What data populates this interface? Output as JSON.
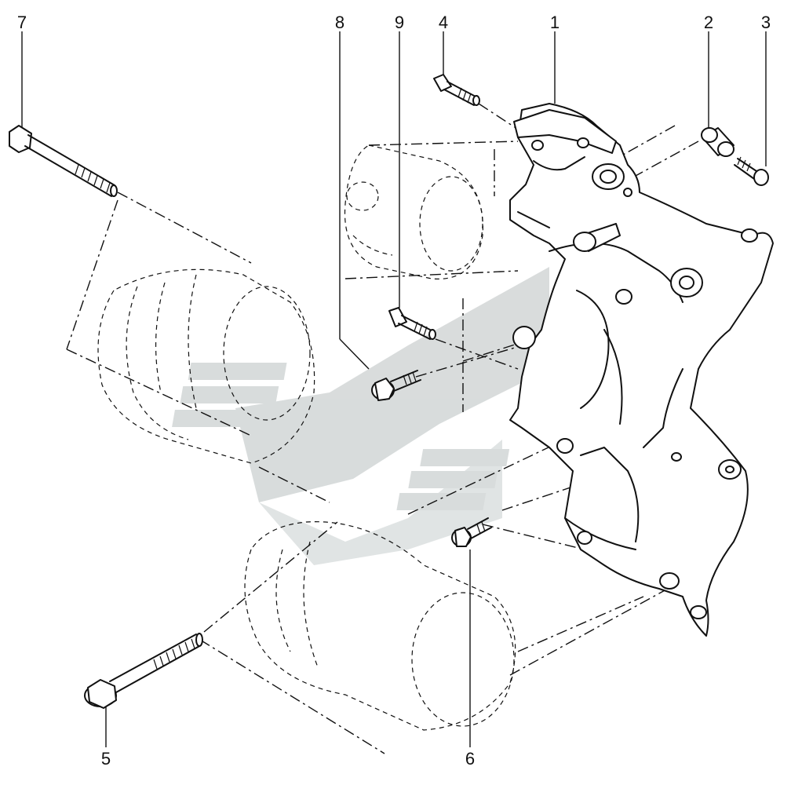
{
  "diagram": {
    "callouts": [
      {
        "id": "c1",
        "label": "1"
      },
      {
        "id": "c2",
        "label": "2"
      },
      {
        "id": "c3",
        "label": "3"
      },
      {
        "id": "c4",
        "label": "4"
      },
      {
        "id": "c5",
        "label": "5"
      },
      {
        "id": "c6",
        "label": "6"
      },
      {
        "id": "c7",
        "label": "7"
      },
      {
        "id": "c8",
        "label": "8"
      },
      {
        "id": "c9",
        "label": "9"
      }
    ],
    "colors": {
      "line": "#111111",
      "background": "#ffffff",
      "watermark": "#b9c0c0"
    },
    "icons": [
      "watermark-logo-icon"
    ]
  }
}
